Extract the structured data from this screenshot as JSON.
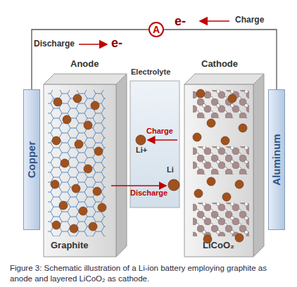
{
  "diagram": {
    "caption": "Figure 3: Schematic illustration of a Li-ion battery employing graphite as anode and layered LiCoO₂ as cathode.",
    "nodes": [
      {
        "text": [
          "A"
        ]
      },
      {
        "text": [
          "Copper"
        ]
      },
      {
        "text": [
          "Anode",
          "Graphite"
        ]
      },
      {
        "text": [
          "Electrolyte",
          "Charge",
          "Li+",
          "Li",
          "Discharge"
        ]
      },
      {
        "text": [
          "Cathode",
          "LiCoO₂"
        ]
      },
      {
        "text": [
          "Aluminum"
        ]
      }
    ],
    "edges": [
      {
        "from": 1,
        "to": 0,
        "arrow": "none"
      },
      {
        "from": 0,
        "to": 5,
        "arrow": "none"
      }
    ],
    "labels": [
      "e-",
      "Charge",
      "Discharge",
      "e-"
    ]
  }
}
